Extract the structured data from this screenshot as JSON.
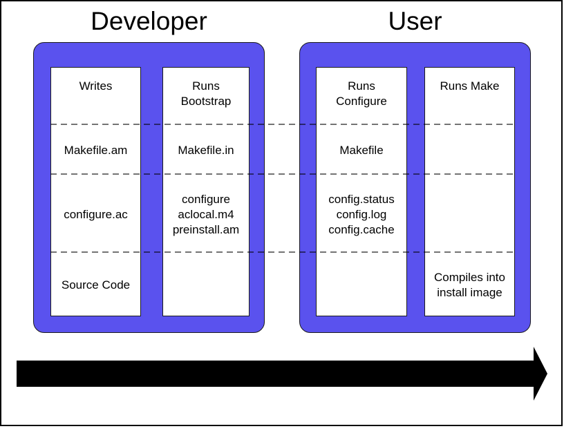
{
  "titles": {
    "developer": "Developer",
    "user": "User"
  },
  "groups": [
    {
      "name": "developer",
      "columns": [
        {
          "id": "writes",
          "cells": [
            "Writes",
            "Makefile.am",
            "configure.ac",
            "Source Code"
          ]
        },
        {
          "id": "runs-bootstrap",
          "cells": [
            "Runs\nBootstrap",
            "Makefile.in",
            "configure\naclocal.m4\npreinstall.am",
            ""
          ]
        }
      ]
    },
    {
      "name": "user",
      "columns": [
        {
          "id": "runs-configure",
          "cells": [
            "Runs\nConfigure",
            "Makefile",
            "config.status\nconfig.log\nconfig.cache",
            ""
          ]
        },
        {
          "id": "runs-make",
          "cells": [
            "Runs Make",
            "",
            "",
            "Compiles into\ninstall image"
          ]
        }
      ]
    }
  ],
  "colors": {
    "box_fill": "#5a52ee",
    "box_outline": "#1a1a1a",
    "dash_line": "rgba(0,0,0,0.55)",
    "arrow": "#000000",
    "text": "#000000",
    "background": "#ffffff"
  },
  "icons": {
    "flow_arrow": "right-arrow"
  }
}
